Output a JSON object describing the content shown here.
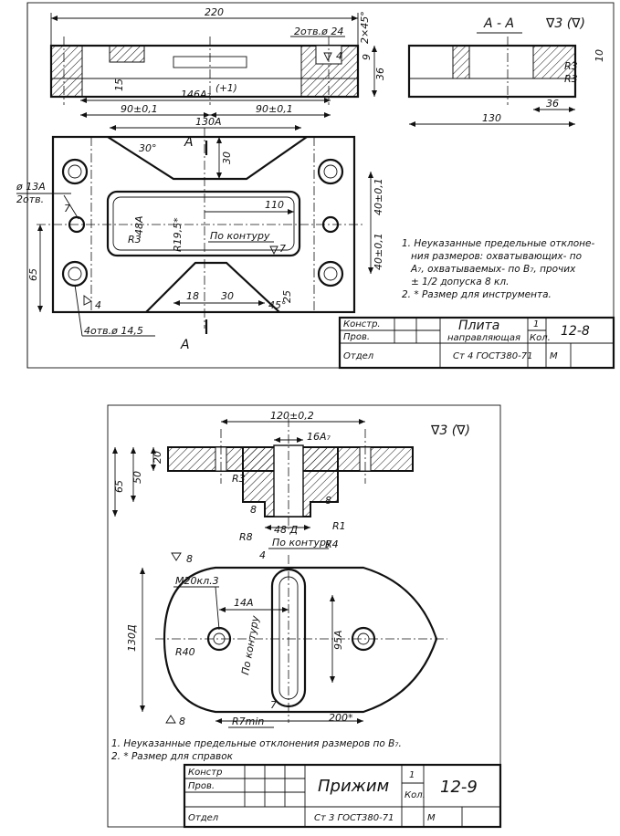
{
  "sheet1": {
    "dims": {
      "d220": "220",
      "d2otv24": "2отв.ø 24",
      "d2x45": "2×45°",
      "d9": "9",
      "d36a": "36",
      "d15": "15",
      "d146": "146A₇",
      "d146tol": "(+1)",
      "d90a": "90±0,1",
      "d90b": "90±0,1",
      "d130A": "130A",
      "d30deg": "30°",
      "d30": "30",
      "d110": "110",
      "d48A": "48A",
      "dR3": "R3",
      "dR195": "R19,5*",
      "kontur": "По контуру",
      "kontur_r": "7",
      "d40a": "40±0,1",
      "d40b": "40±0,1",
      "d65": "65",
      "d18": "18",
      "d30b": "30",
      "d45deg": "45°",
      "d25": "25",
      "d13A": "ø 13A",
      "d2otv": "2отв.",
      "d4otv": "4отв.ø 14,5",
      "d4": "4",
      "d4b": "4",
      "dR3b": "R3",
      "dR3c": "R3",
      "d10": "10",
      "d36b": "36",
      "d130": "130",
      "sectA": "A",
      "sectA2": "A",
      "d7": "7"
    },
    "section_title": "А - А",
    "roughness": "∇3 (∇)",
    "notes": [
      "1. Неуказанные предельные отклоне-",
      "ния размеров: охватывающих- по",
      "A₇, охватываемых- по B₇, прочих",
      "± 1/2 допуска 8 кл.",
      "2. * Размер для инструмента."
    ],
    "title_block": {
      "r1": "Констр.",
      "r2": "Пров.",
      "r3": "Отдел",
      "name": "Плита",
      "name2": "направляющая",
      "qty": "1",
      "qty_label": "Кол.",
      "number": "12-8",
      "material": "Ст 4 ГОСТ380-71",
      "m": "М"
    }
  },
  "sheet2": {
    "dims": {
      "d120": "120±0,2",
      "d16A": "16A₇",
      "d20": "20",
      "d50": "50",
      "d65": "65",
      "dR3": "R3",
      "d8a": "8",
      "d8b": "8",
      "dR1": "R1",
      "d48D": "48 Д",
      "dR8": "R8",
      "dR4": "R4",
      "kontur": "По контуру",
      "d4": "4",
      "d8c": "8",
      "dM20": "M20кл.3",
      "d14A": "14A",
      "d130D": "130Д",
      "d95A": "95A",
      "dR40": "R40",
      "kontur2": "По контуру",
      "d7": "7",
      "d8d": "8",
      "dR7": "R7min",
      "d200": "200*"
    },
    "roughness": "∇3 (∇)",
    "notes": [
      "1. Неуказанные предельные отклонения размеров по B₇.",
      "2. * Размер для справок"
    ],
    "title_block": {
      "r1": "Констр",
      "r2": "Пров.",
      "r3": "Отдел",
      "name": "Прижим",
      "qty": "1",
      "qty_label": "Кол.",
      "number": "12-9",
      "material": "Ст 3 ГОСТ380-71",
      "m": "М"
    }
  }
}
